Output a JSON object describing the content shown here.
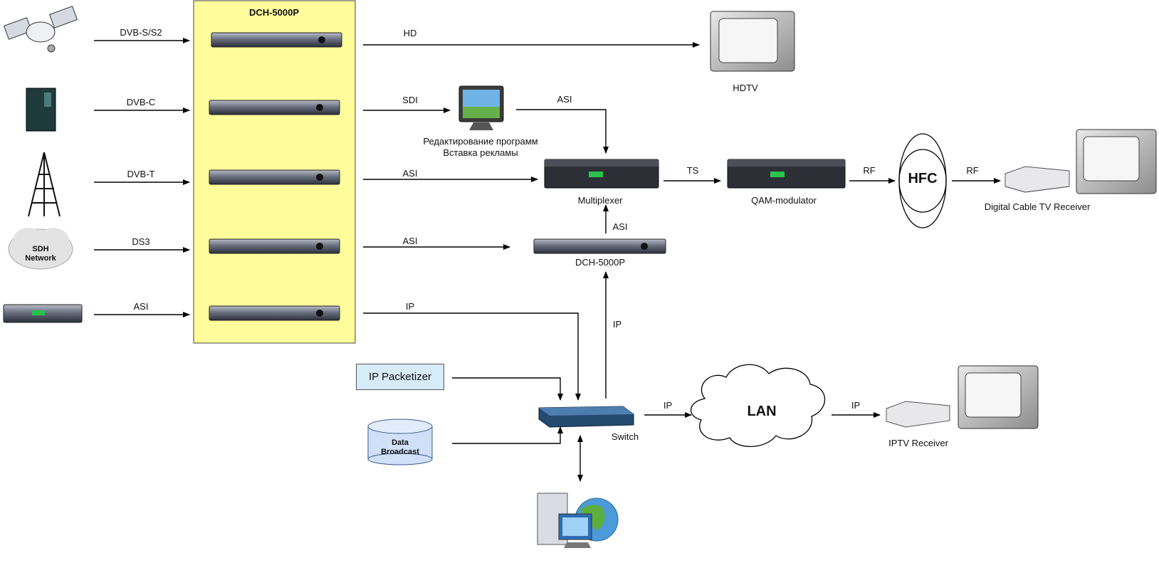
{
  "headend": {
    "title": "DCH-5000P"
  },
  "inputs": {
    "sdh_line1": "SDH",
    "sdh_line2": "Network"
  },
  "signals": {
    "dvb_s": "DVB-S/S2",
    "dvb_c": "DVB-C",
    "dvb_t": "DVB-T",
    "ds3": "DS3",
    "asi_in": "ASI",
    "hd": "HD",
    "sdi": "SDI",
    "asi_editor": "ASI",
    "asi_mux": "ASI",
    "asi_dch": "ASI",
    "asi_up": "ASI",
    "ip_out": "IP",
    "ip_up": "IP",
    "ts": "TS",
    "rf1": "RF",
    "rf2": "RF",
    "ip_lan": "IP",
    "ip_iptv": "IP"
  },
  "devices": {
    "hdtv": "HDTV",
    "editor_line1": "Редактирование программ",
    "editor_line2": "Вставка рекламы",
    "multiplexer": "Multiplexer",
    "qam": "QAM-modulator",
    "hfc": "HFC",
    "cable_receiver": "Digital Cable TV Receiver",
    "dch2": "DCH-5000P",
    "ip_packetizer": "IP Packetizer",
    "data_line1": "Data",
    "data_line2": "Broadcast",
    "switch": "Switch",
    "lan": "LAN",
    "iptv_receiver": "IPTV Receiver"
  },
  "colors": {
    "headend_fill": "#fffd9b",
    "packetizer_fill": "#d6ecf8",
    "db_fill": "#cfe0f7",
    "line": "#000000"
  }
}
